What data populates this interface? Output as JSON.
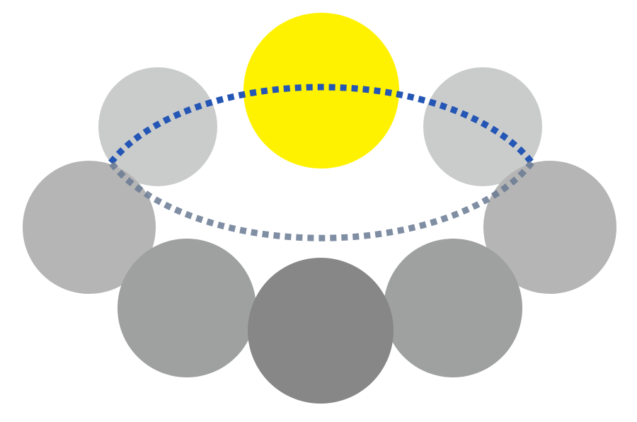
{
  "diagram": {
    "colors": {
      "background": "#ffffff",
      "highlight": "#fff200",
      "orbit_line": "#2456b5",
      "orbit_line_behind": "#6a7a93"
    },
    "nodes": [
      {
        "id": "top",
        "kind": "highlighted",
        "color": "#fff200",
        "highlighted": true
      },
      {
        "id": "upper-right",
        "kind": "back",
        "color": "#cacbcb",
        "highlighted": false
      },
      {
        "id": "right",
        "kind": "side",
        "color": "#b5b5b5",
        "highlighted": false
      },
      {
        "id": "lower-right",
        "kind": "front-side",
        "color": "#9fa0a0",
        "highlighted": false
      },
      {
        "id": "bottom",
        "kind": "front",
        "color": "#878787",
        "highlighted": false
      },
      {
        "id": "lower-left",
        "kind": "front-side",
        "color": "#9fa0a0",
        "highlighted": false
      },
      {
        "id": "left",
        "kind": "side",
        "color": "#b5b5b5",
        "highlighted": false
      },
      {
        "id": "upper-left",
        "kind": "back",
        "color": "#cacbcb",
        "highlighted": false
      }
    ]
  }
}
